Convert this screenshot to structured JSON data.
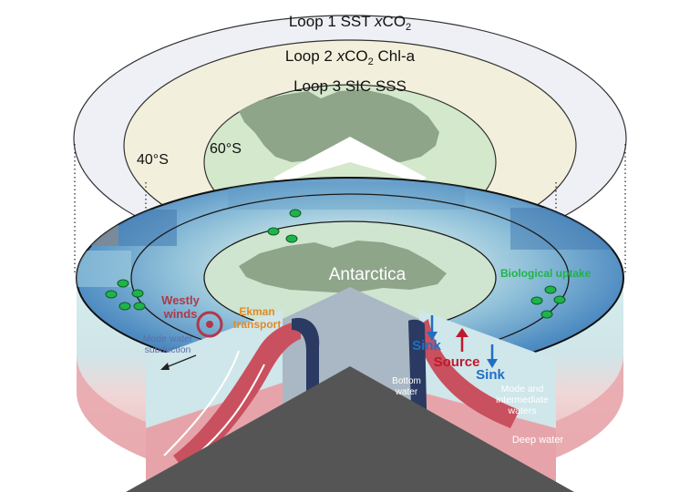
{
  "loops": [
    {
      "label": "Loop 1",
      "vars_prefix": "SST ",
      "vars_italic": "x",
      "vars_mid": "CO",
      "vars_sub": "2",
      "vars_suffix": ""
    },
    {
      "label": "Loop 2",
      "vars_prefix": "",
      "vars_italic": "x",
      "vars_mid": "CO",
      "vars_sub": "2",
      "vars_suffix": " Chl-a"
    },
    {
      "label": "Loop 3",
      "vars_prefix": "SIC SSS",
      "vars_italic": "",
      "vars_mid": "",
      "vars_sub": "",
      "vars_suffix": ""
    }
  ],
  "latitudes": {
    "lat40": "40°S",
    "lat60": "60°S"
  },
  "labels": {
    "antarctica": "Antarctica",
    "biological_uptake": "Biological uptake",
    "westly_winds": [
      "Westly",
      "winds"
    ],
    "ekman_transport": [
      "Ekman",
      "transport"
    ],
    "mode_water_subduction": [
      "Mode water",
      "subduction"
    ],
    "sink_left": "Sink",
    "source": "Source",
    "sink_right": "Sink",
    "bottom_water": [
      "Bottom",
      "water"
    ],
    "mode_intermediate": [
      "Mode and",
      "intermediate",
      "waters"
    ],
    "deep_water": "Deep water"
  },
  "colors": {
    "loop1": "#eef0f6",
    "loop2": "#f2f0dc",
    "loop3": "#d4e8cc",
    "ocean_blue": "#5b97c9",
    "ocean_light": "#bfdde8",
    "antarctica_land": "#8fa58a",
    "biological_green": "#1fb34a",
    "sink_blue": "#1f6fc4",
    "source_red": "#c0182b",
    "westly_red": "#b03848",
    "ekman_orange": "#e08a2a",
    "deep_pink": "#e7a7ad",
    "crimson": "#c9505e",
    "navy": "#2a3a62",
    "dark_cone": "#555555"
  }
}
